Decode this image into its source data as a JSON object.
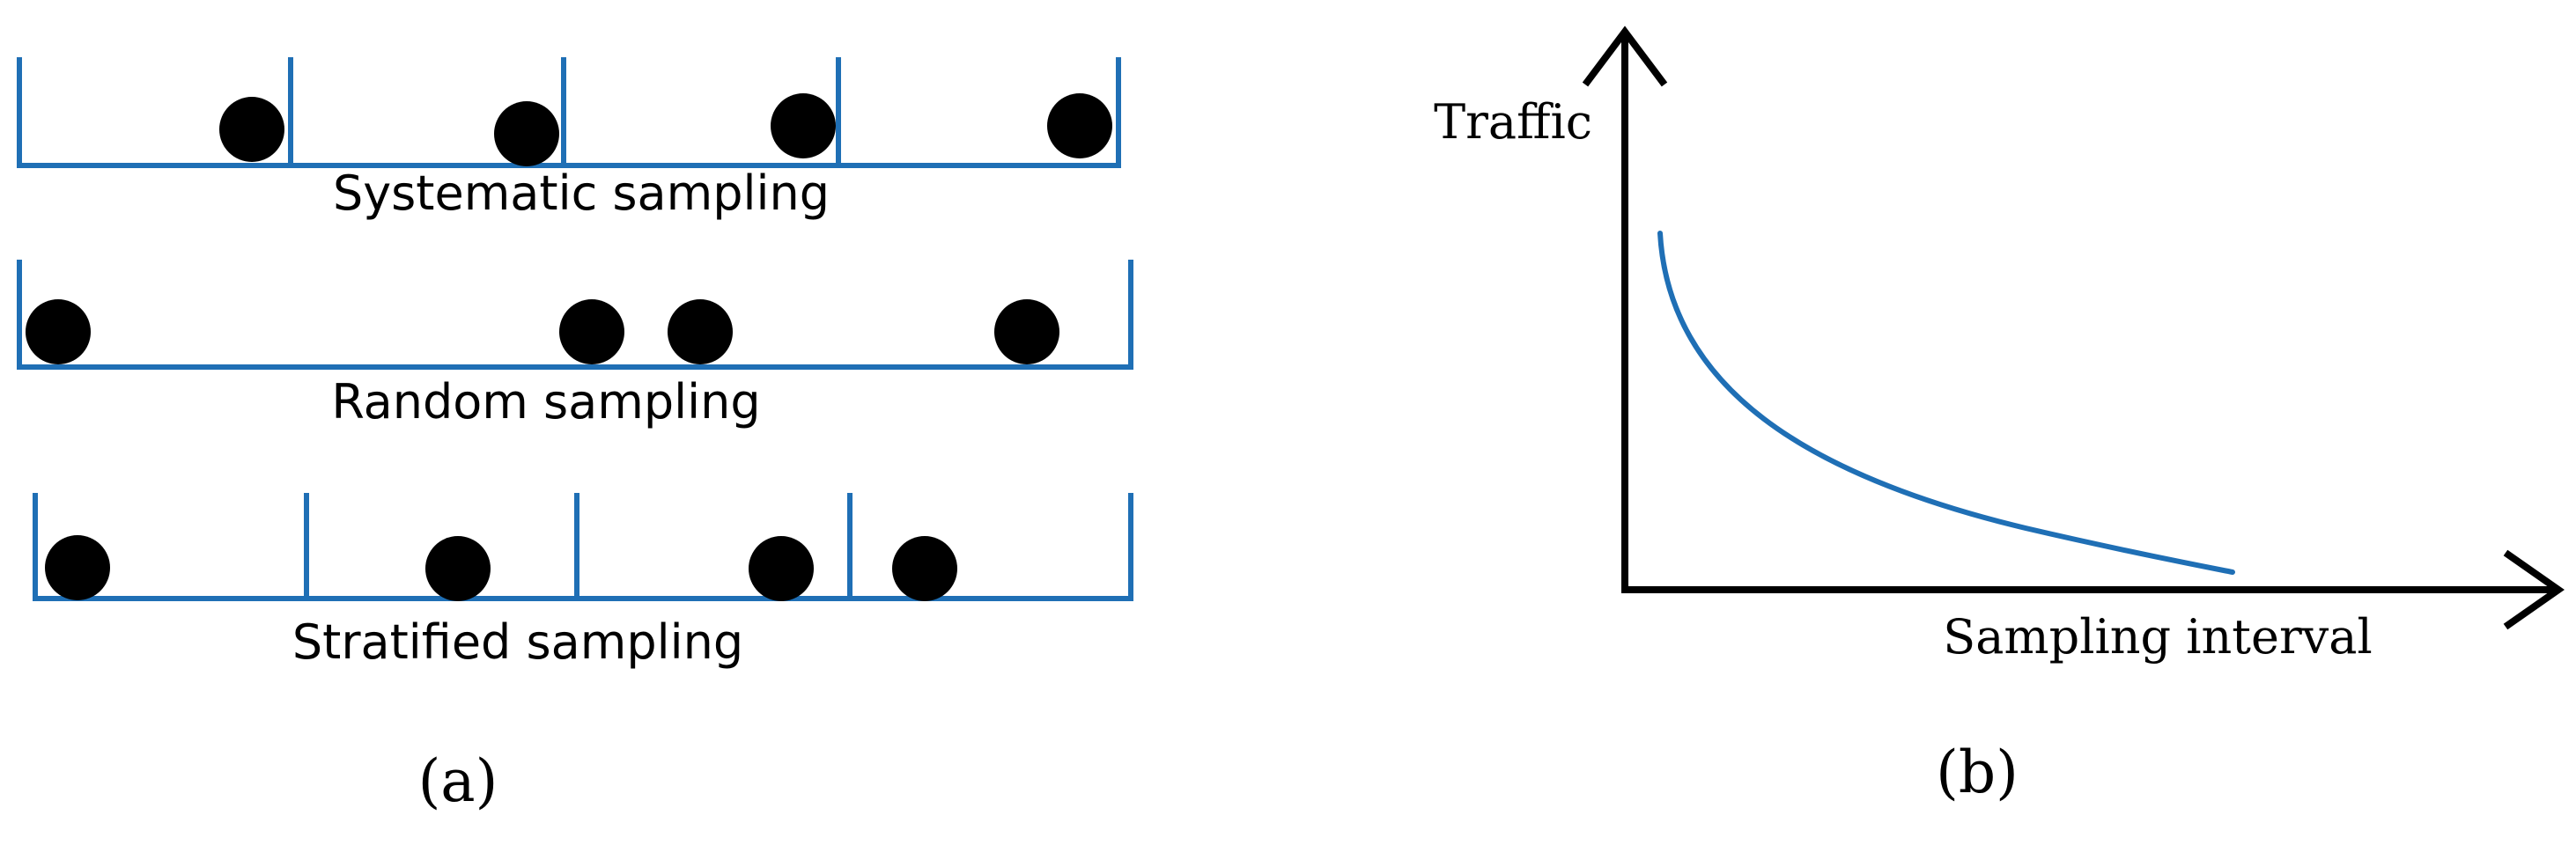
{
  "colors": {
    "blue": "#1f6fb5",
    "black": "#000000",
    "background": "#ffffff"
  },
  "panel_a": {
    "label": "(a)",
    "rows": [
      {
        "id": "systematic",
        "caption": "Systematic sampling",
        "intervals": 4,
        "samples": 4
      },
      {
        "id": "random",
        "caption": "Random sampling",
        "intervals": 1,
        "samples": 4
      },
      {
        "id": "stratified",
        "caption": "Stratified sampling",
        "intervals": 4,
        "samples": 4
      }
    ]
  },
  "panel_b": {
    "label": "(b)",
    "y_axis_label": "Traffic",
    "x_axis_label": "Sampling interval",
    "curve_shape": "decreasing"
  }
}
